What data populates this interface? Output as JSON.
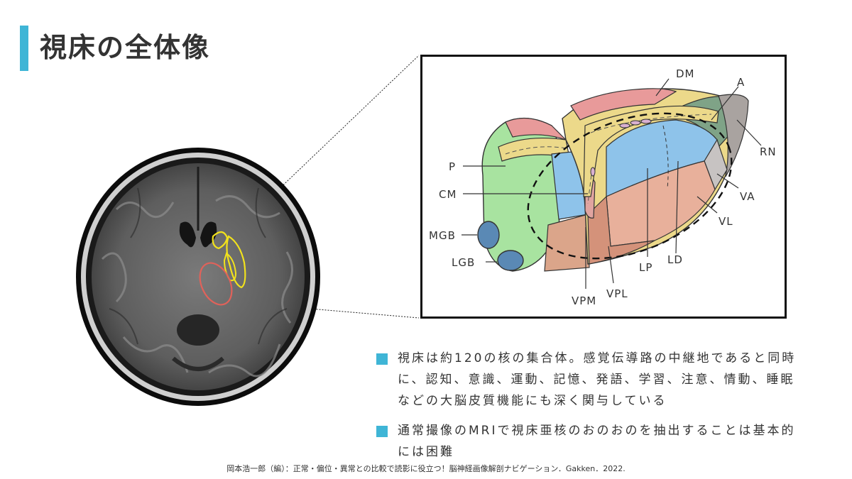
{
  "title": "視床の全体像",
  "accent_color": "#3fb5d6",
  "diagram_labels": {
    "DM": "DM",
    "A": "A",
    "RN": "RN",
    "P": "P",
    "CM": "CM",
    "MGB": "MGB",
    "LGB": "LGB",
    "VA": "VA",
    "VL": "VL",
    "LP": "LP",
    "LD": "LD",
    "VPM": "VPM",
    "VPL": "VPL"
  },
  "bullets": [
    {
      "lines": [
        "視床は約120の核の集合体。感覚伝導路の中継地であると同時",
        "に、認知、意識、運動、記憶、発語、学習、注意、情動、睡眠",
        "などの大脳皮質機能にも深く関与している"
      ]
    },
    {
      "lines": [
        "通常撮像のMRIで視床亜核のおのおのを抽出することは基本的",
        "には困難"
      ]
    }
  ],
  "citation": "岡本浩一郎（編）：正常・偏位・異常との比較で読影に役立つ！脳神経画像解剖ナビゲーション．Gakken．2022."
}
